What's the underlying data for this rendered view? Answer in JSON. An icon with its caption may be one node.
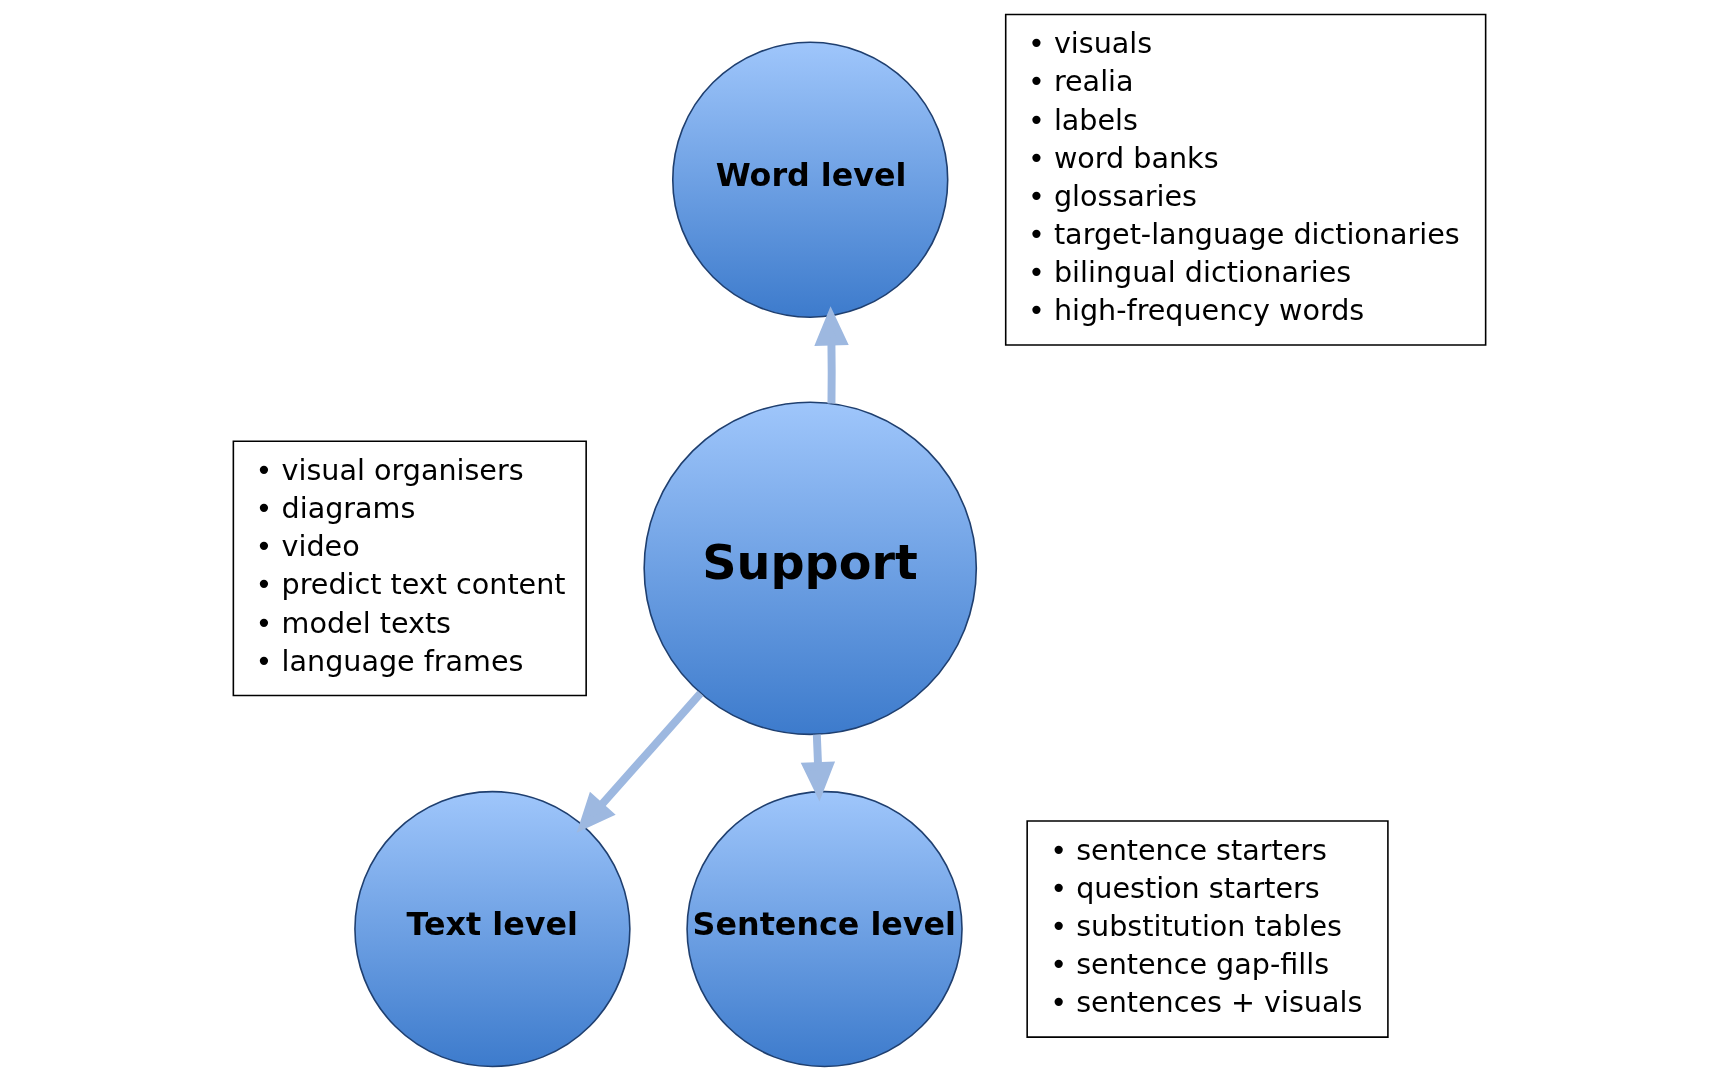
{
  "diagram": {
    "nodes": [
      {
        "text": [
          "Word level"
        ]
      },
      {
        "text": [
          "• visuals",
          "• realia",
          "• labels",
          "• word banks",
          "• glossaries",
          "• target-language dictionaries",
          "• bilingual dictionaries",
          "• high-frequency words"
        ]
      },
      {
        "text": [
          "• visual organisers",
          "• diagrams",
          "• video",
          "• predict text content",
          "• model texts",
          "• language frames"
        ]
      },
      {
        "text": [
          "Support"
        ]
      },
      {
        "text": [
          "Text level"
        ]
      },
      {
        "text": [
          "Sentence level"
        ]
      },
      {
        "text": [
          "• sentence starters",
          "• question starters",
          "• substitution tables",
          "• sentence gap-fills",
          "• sentences + visuals"
        ]
      }
    ],
    "edges": [
      {
        "from": 3,
        "to": 0,
        "arrow": "to"
      },
      {
        "from": 3,
        "to": 4,
        "arrow": "to"
      },
      {
        "from": 3,
        "to": 5,
        "arrow": "to"
      }
    ]
  }
}
